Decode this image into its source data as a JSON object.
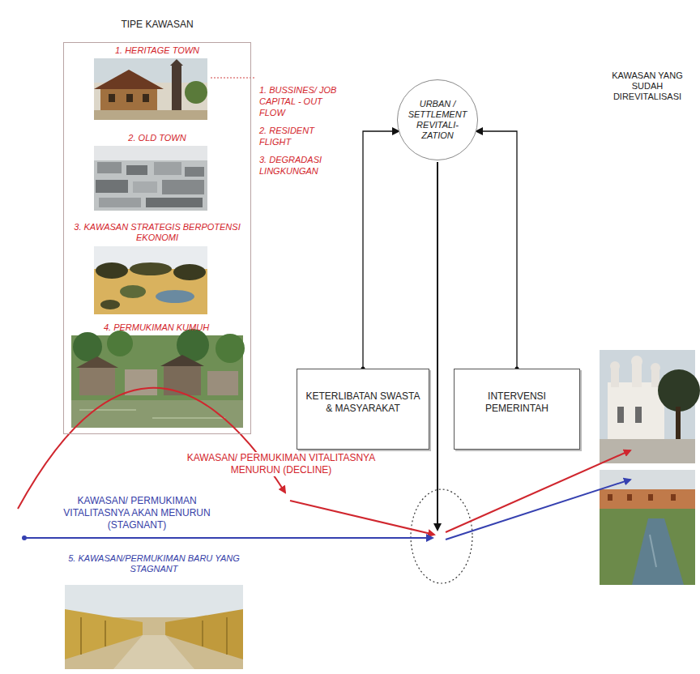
{
  "diagram": {
    "nodes": [
      {
        "text": [
          "TIPE KAWASAN"
        ]
      },
      {
        "text": [
          "1. HERITAGE TOWN"
        ],
        "in": 0
      },
      {
        "text": [
          "2. OLD TOWN"
        ],
        "in": 0
      },
      {
        "text": [
          "3. KAWASAN STRATEGIS BERPOTENSI EKONOMI"
        ],
        "in": 0
      },
      {
        "text": [
          "4. PERMUKIMAN KUMUH"
        ],
        "in": 0
      },
      {
        "text": [
          "URBAN / SETTLEMENT REVITALI- ZATION"
        ]
      },
      {
        "text": [
          "KETERLIBATAN SWASTA & MASYARAKAT"
        ]
      },
      {
        "text": [
          "INTERVENSI PEMERINTAH"
        ]
      },
      {
        "text": [
          "5. KAWASAN/PERMUKIMAN BARU YANG STAGNANT"
        ]
      },
      {
        "text": [
          "KAWASAN YANG SUDAH DIREVITALISASI"
        ]
      }
    ],
    "edges": [
      {
        "from": 6,
        "to": 5,
        "arrow": "to"
      },
      {
        "from": 7,
        "to": 5,
        "arrow": "to"
      }
    ],
    "labels": [
      "1. BUSSINES/ JOB CAPITAL - OUT FLOW",
      "2. RESIDENT FLIGHT",
      "3. DEGRADASI LINGKUNGAN",
      "KAWASAN/ PERMUKIMAN VITALITASNYA MENURUN (DECLINE)",
      "KAWASAN/ PERMUKIMAN VITALITASNYA AKAN MENURUN (STAGNANT)"
    ]
  }
}
